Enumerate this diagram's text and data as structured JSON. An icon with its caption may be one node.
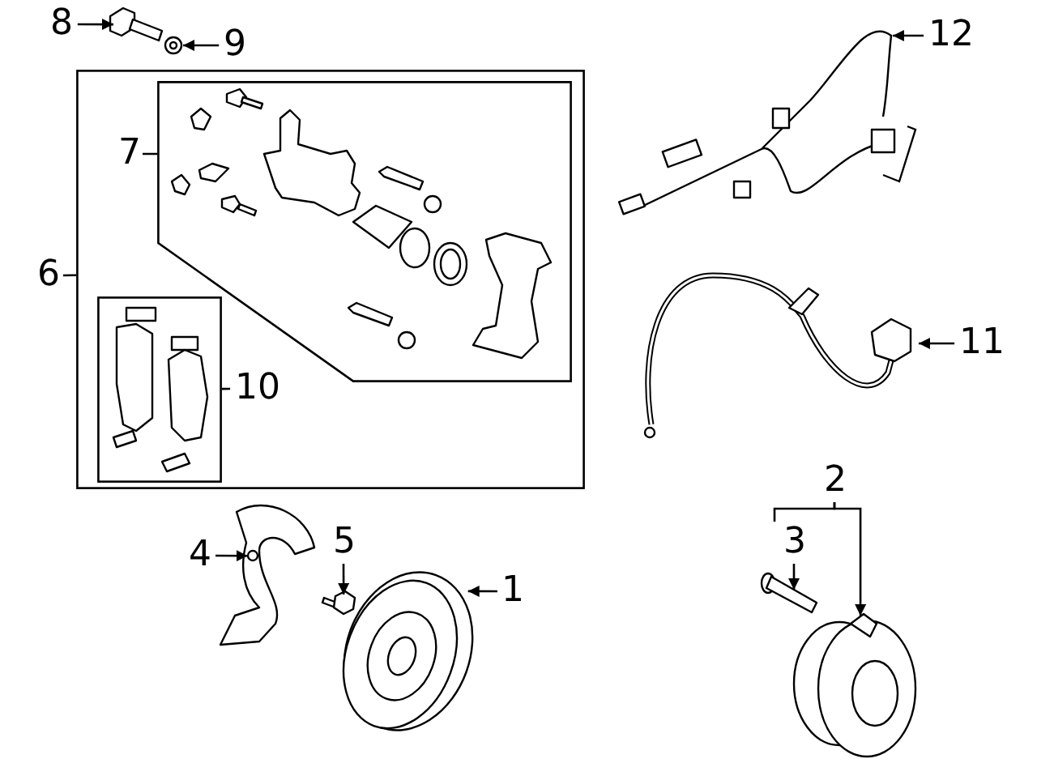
{
  "diagram": {
    "nodes": [
      {
        "text": [
          "8"
        ]
      },
      {
        "text": [],
        "shape": "picture"
      },
      {
        "text": [],
        "shape": "picture"
      },
      {
        "text": [
          "9"
        ]
      },
      {
        "text": [
          "12"
        ]
      },
      {
        "text": [],
        "shape": "picture"
      },
      {
        "text": [
          "7"
        ],
        "in": 8
      },
      {
        "text": [
          "6"
        ]
      },
      {
        "text": [],
        "shape": "box"
      },
      {
        "text": [],
        "shape": "box",
        "in": 8
      },
      {
        "text": [],
        "shape": "picture",
        "in": 9
      },
      {
        "text": [],
        "shape": "box",
        "in": 8
      },
      {
        "text": [],
        "shape": "picture",
        "in": 11
      },
      {
        "text": [
          "10"
        ],
        "in": 8
      },
      {
        "text": [],
        "shape": "picture"
      },
      {
        "text": [
          "11"
        ]
      },
      {
        "text": [
          "2"
        ]
      },
      {
        "text": [
          "4"
        ]
      },
      {
        "text": [],
        "shape": "picture"
      },
      {
        "text": [
          "5"
        ]
      },
      {
        "text": [],
        "shape": "picture"
      },
      {
        "text": [],
        "shape": "picture"
      },
      {
        "text": [
          "1"
        ]
      },
      {
        "text": [
          "3"
        ]
      },
      {
        "text": [],
        "shape": "picture"
      },
      {
        "text": [],
        "shape": "picture"
      }
    ],
    "edges": [
      {
        "from": 0,
        "to": 1,
        "arrow": "to"
      },
      {
        "from": 3,
        "to": 2,
        "arrow": "to"
      },
      {
        "from": 4,
        "to": 5,
        "arrow": "to"
      },
      {
        "from": 6,
        "to": 9,
        "arrow": "none"
      },
      {
        "from": 7,
        "to": 8,
        "arrow": "none"
      },
      {
        "from": 13,
        "to": 11,
        "arrow": "none"
      },
      {
        "from": 15,
        "to": 14,
        "arrow": "to"
      },
      {
        "from": 16,
        "to": 23,
        "arrow": "none"
      },
      {
        "from": 16,
        "to": 25,
        "arrow": "to"
      },
      {
        "from": 23,
        "to": 24,
        "arrow": "to"
      },
      {
        "from": 17,
        "to": 18,
        "arrow": "to"
      },
      {
        "from": 19,
        "to": 20,
        "arrow": "to"
      },
      {
        "from": 22,
        "to": 21,
        "arrow": "to"
      }
    ]
  }
}
